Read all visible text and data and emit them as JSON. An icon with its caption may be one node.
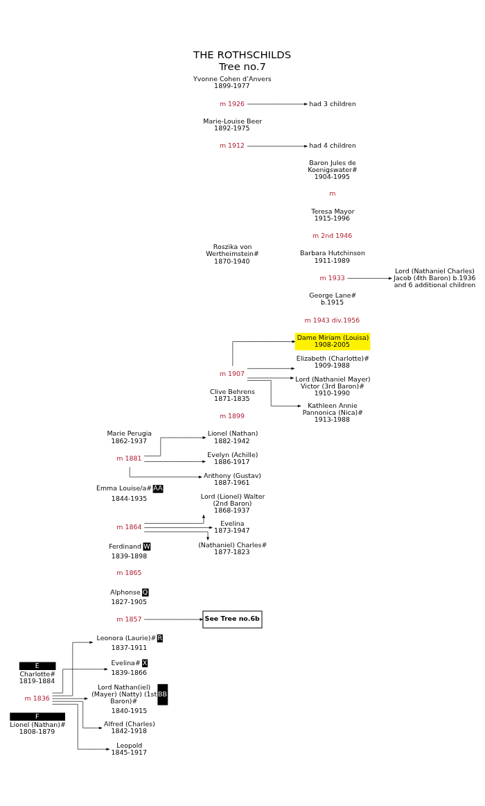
{
  "diagram": {
    "title": "THE ROTHSCHILDS",
    "caption": "Tree no.7",
    "nodes": [
      {
        "text": [
          "F",
          "Lionel (Nathan)#",
          "1808-1879"
        ]
      },
      {
        "text": [
          "m 1836"
        ]
      },
      {
        "text": [
          "E",
          "Charlotte#",
          "1819-1884"
        ]
      },
      {
        "text": [
          "Leonora (Laurie)#",
          "R",
          "1837-1911"
        ]
      },
      {
        "text": [
          "m 1857"
        ]
      },
      {
        "text": [
          "See Tree no.6b"
        ]
      },
      {
        "text": [
          "Alphonse",
          "Q",
          "1827-1905"
        ]
      },
      {
        "text": [
          "Evelina#",
          "X",
          "1839-1866"
        ]
      },
      {
        "text": [
          "m 1865"
        ]
      },
      {
        "text": [
          "Ferdinand",
          "W",
          "1839-1898"
        ]
      },
      {
        "text": [
          "Lord Nathan(iel) (Mayer) (Natty) (1st Baron)#",
          "BB",
          "1840-1915"
        ]
      },
      {
        "text": [
          "m 1864"
        ]
      },
      {
        "text": [
          "Emma Louise/a#",
          "AA",
          "1844-1935"
        ]
      },
      {
        "text": [
          "Alfred (Charles)",
          "1842-1918"
        ]
      },
      {
        "text": [
          "Leopold",
          "1845-1917"
        ]
      },
      {
        "text": [
          "m 1881"
        ]
      },
      {
        "text": [
          "Marie Perugia",
          "1862-1937"
        ]
      },
      {
        "text": [
          "Lord (Lionel) Walter (2nd Baron)",
          "1868-1937"
        ]
      },
      {
        "text": [
          "Evelina",
          "1873-1947"
        ]
      },
      {
        "text": [
          "m 1899"
        ]
      },
      {
        "text": [
          "Clive Behrens",
          "1871-1835"
        ]
      },
      {
        "text": [
          "(Nathaniel) Charles#",
          "1877-1823"
        ]
      },
      {
        "text": [
          "m 1907"
        ]
      },
      {
        "text": [
          "Roszika von Wertheimstein#",
          "1870-1940"
        ]
      },
      {
        "text": [
          "Dame Miriam (Louisa)",
          "1908-2005"
        ]
      },
      {
        "text": [
          "m 1943 div.1956"
        ]
      },
      {
        "text": [
          "George Lane#",
          "b.1915"
        ]
      },
      {
        "text": [
          "Elizabeth (Charlotte)#",
          "1909-1988"
        ]
      },
      {
        "text": [
          "Lord (Nathaniel Mayer) Victor (3rd Baron)#",
          "1910-1990"
        ]
      },
      {
        "text": [
          "m 1933"
        ]
      },
      {
        "text": [
          "Barbara Hutchinson",
          "1911-1989"
        ]
      },
      {
        "text": [
          "Lord (Nathaniel Charles) Jacob (4th Baron) b.1936 and 6 additional children"
        ]
      },
      {
        "text": [
          "m 2nd 1946"
        ]
      },
      {
        "text": [
          "Teresa Mayor",
          "1915-1996"
        ]
      },
      {
        "text": [
          "Kathleen Annie Pannonica (Nica)#",
          "1913-1988"
        ]
      },
      {
        "text": [
          "m"
        ]
      },
      {
        "text": [
          "Baron Jules de Koenigswater#",
          "1904-1995"
        ]
      },
      {
        "text": [
          "Lionel (Nathan)",
          "1882-1942"
        ]
      },
      {
        "text": [
          "m 1912"
        ]
      },
      {
        "text": [
          "Marie-Louise Beer",
          "1892-1975"
        ]
      },
      {
        "text": [
          "had 4 children"
        ]
      },
      {
        "text": [
          "Evelyn (Achille)",
          "1886-1917"
        ]
      },
      {
        "text": [
          "Anthony (Gustav)",
          "1887-1961"
        ]
      },
      {
        "text": [
          "m 1926"
        ]
      },
      {
        "text": [
          "Yvonne Cohen d’Anvers",
          "1899-1977"
        ]
      },
      {
        "text": [
          "had 3 children"
        ]
      }
    ],
    "edges": [
      {
        "from": 1,
        "to": 3,
        "arrow": "to"
      },
      {
        "from": 1,
        "to": 7,
        "arrow": "to"
      },
      {
        "from": 1,
        "to": 10,
        "arrow": "to"
      },
      {
        "from": 1,
        "to": 13,
        "arrow": "to"
      },
      {
        "from": 1,
        "to": 14,
        "arrow": "to"
      },
      {
        "from": 4,
        "to": 5,
        "arrow": "to"
      },
      {
        "from": 11,
        "to": 17,
        "arrow": "to"
      },
      {
        "from": 11,
        "to": 18,
        "arrow": "to"
      },
      {
        "from": 11,
        "to": 21,
        "arrow": "to"
      },
      {
        "from": 22,
        "to": 24,
        "arrow": "to"
      },
      {
        "from": 22,
        "to": 27,
        "arrow": "to"
      },
      {
        "from": 22,
        "to": 28,
        "arrow": "to"
      },
      {
        "from": 22,
        "to": 34,
        "arrow": "to"
      },
      {
        "from": 29,
        "to": 31,
        "arrow": "to"
      },
      {
        "from": 15,
        "to": 37,
        "arrow": "to"
      },
      {
        "from": 15,
        "to": 41,
        "arrow": "to"
      },
      {
        "from": 15,
        "to": 42,
        "arrow": "to"
      },
      {
        "from": 38,
        "to": 40,
        "arrow": "to"
      },
      {
        "from": 43,
        "to": 45,
        "arrow": "to"
      }
    ]
  }
}
